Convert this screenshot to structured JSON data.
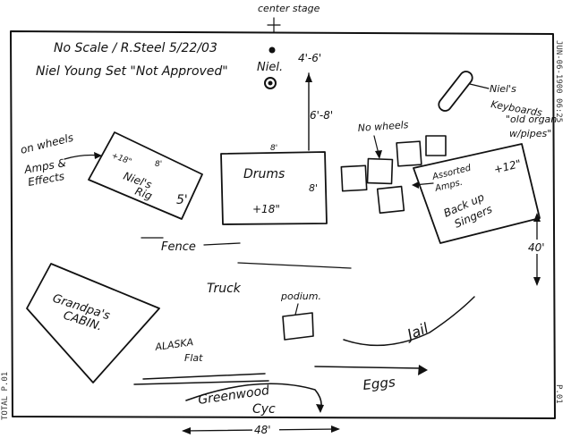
{
  "header": {
    "center_stage": "center stage",
    "note_line1": "No Scale / R.Steel 5/22/03",
    "note_line2": "Niel Young Set \"Not Approved\""
  },
  "fax_marks": {
    "right_header": "JUN-06-1900  06:25",
    "right_page": "P.01",
    "left_footer": "TOTAL P.01"
  },
  "labels": {
    "niel_mic": "Niel.",
    "dim_4_6": "4'-6'",
    "dim_6_8": "6'-8'",
    "dim_8_top": "8'",
    "dim_8_side": "8'",
    "drums": "Drums",
    "drums_height": "+18\"",
    "niels_rig_line1": "Niel's",
    "niels_rig_line2": "Rig",
    "rig_height": "+18\"",
    "rig_dim_8": "8'",
    "rig_dim_5": "5'",
    "on_wheels": "on wheels",
    "amps_effects_line1": "Amps &",
    "amps_effects_line2": "Effects",
    "no_wheels": "No wheels",
    "assorted_amps_line1": "Assorted",
    "assorted_amps_line2": "Amps.",
    "backup_singers_line1": "Back up",
    "backup_singers_line2": "Singers",
    "riser_height": "+12\"",
    "niels_keyboards_line1": "Niel's",
    "niels_keyboards_line2": "Keyboards",
    "niels_keyboards_line3": "\"old organ",
    "niels_keyboards_line4": "w/pipes\"",
    "dim_40": "40'",
    "fence": "Fence",
    "grandpas_cabin_line1": "Grandpa's",
    "grandpas_cabin_line2": "CABIN.",
    "truck": "Truck",
    "podium": "podium.",
    "jail": "Jail",
    "alaska_flat_line1": "ALASKA",
    "alaska_flat_line2": "Flat",
    "greenwood_cyc_line1": "Greenwood",
    "greenwood_cyc_line2": "Cyc",
    "eggs": "Eggs",
    "dim_48": "48'"
  }
}
